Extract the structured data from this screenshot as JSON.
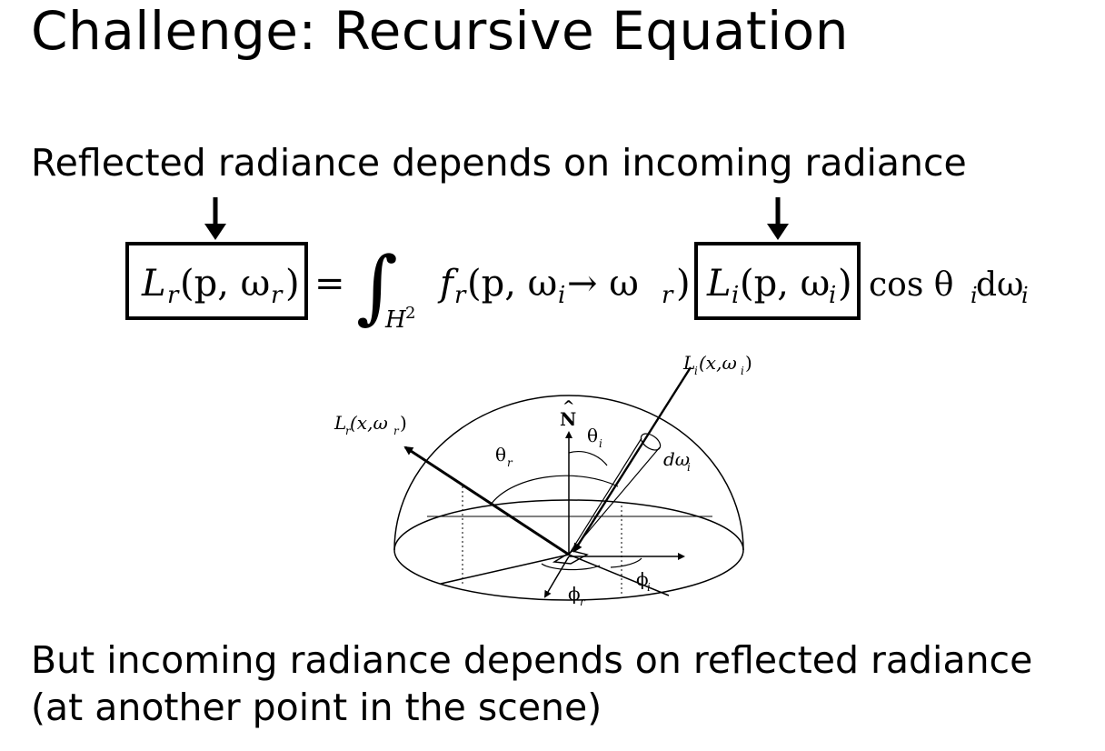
{
  "slide": {
    "title": "Challenge: Recursive Equation",
    "statement_1": "Reflected radiance depends on incoming radiance",
    "statement_2": "But incoming radiance depends on reflected radiance (at another point in the scene)"
  },
  "equation": {
    "lhs_symbol": "L",
    "lhs_sub": "r",
    "lhs_args": "(p, ω",
    "lhs_args_sub": "r",
    "equals": "=",
    "integral": "∫",
    "domain": "H",
    "domain_sup": "2",
    "brdf_symbol": "f",
    "brdf_sub": "r",
    "brdf_args_a": "(p, ω",
    "brdf_args_a_sub": "i",
    "brdf_arrow": " → ω",
    "brdf_args_b_sub": "r",
    "incoming_symbol": "L",
    "incoming_sub": "i",
    "incoming_args": "(p, ω",
    "incoming_args_sub": "i",
    "cos_text": "cos θ",
    "cos_sub": "i",
    "d_omega": " dω",
    "d_omega_sub": "i"
  },
  "diagram": {
    "label_Li": "L",
    "label_Li_sub": "i",
    "label_Li_args": "(x,ω",
    "label_Li_args_sub": "i",
    "label_Lr": "L",
    "label_Lr_sub": "r",
    "label_Lr_args": "(x,ω",
    "label_Lr_args_sub": "r",
    "label_N": "N",
    "label_N_hat": "^",
    "label_theta_i": "θ",
    "label_theta_i_sub": "i",
    "label_theta_r": "θ",
    "label_theta_r_sub": "r",
    "label_domega": "dω",
    "label_domega_sub": "i",
    "label_phi_i": "ϕ",
    "label_phi_i_sub": "i",
    "label_phi_r": "ϕ",
    "label_phi_r_sub": "r"
  }
}
